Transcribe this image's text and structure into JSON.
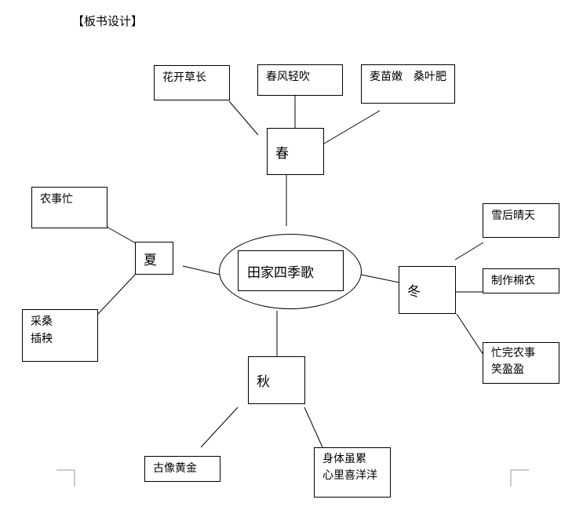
{
  "heading": "【板书设计】",
  "center": "田家四季歌",
  "seasons": {
    "spring": {
      "label": "春",
      "items": [
        "花开草长",
        "春风轻吹",
        "麦苗嫩　桑叶肥"
      ]
    },
    "summer": {
      "label": "夏",
      "items": [
        "农事忙",
        "采桑\n插秧"
      ]
    },
    "autumn": {
      "label": "秋",
      "items": [
        "古像黄金",
        "身体虽累\n心里喜洋洋"
      ]
    },
    "winter": {
      "label": "冬",
      "items": [
        "雪后晴天",
        "制作棉衣",
        "忙完农事\n笑盈盈"
      ]
    }
  }
}
